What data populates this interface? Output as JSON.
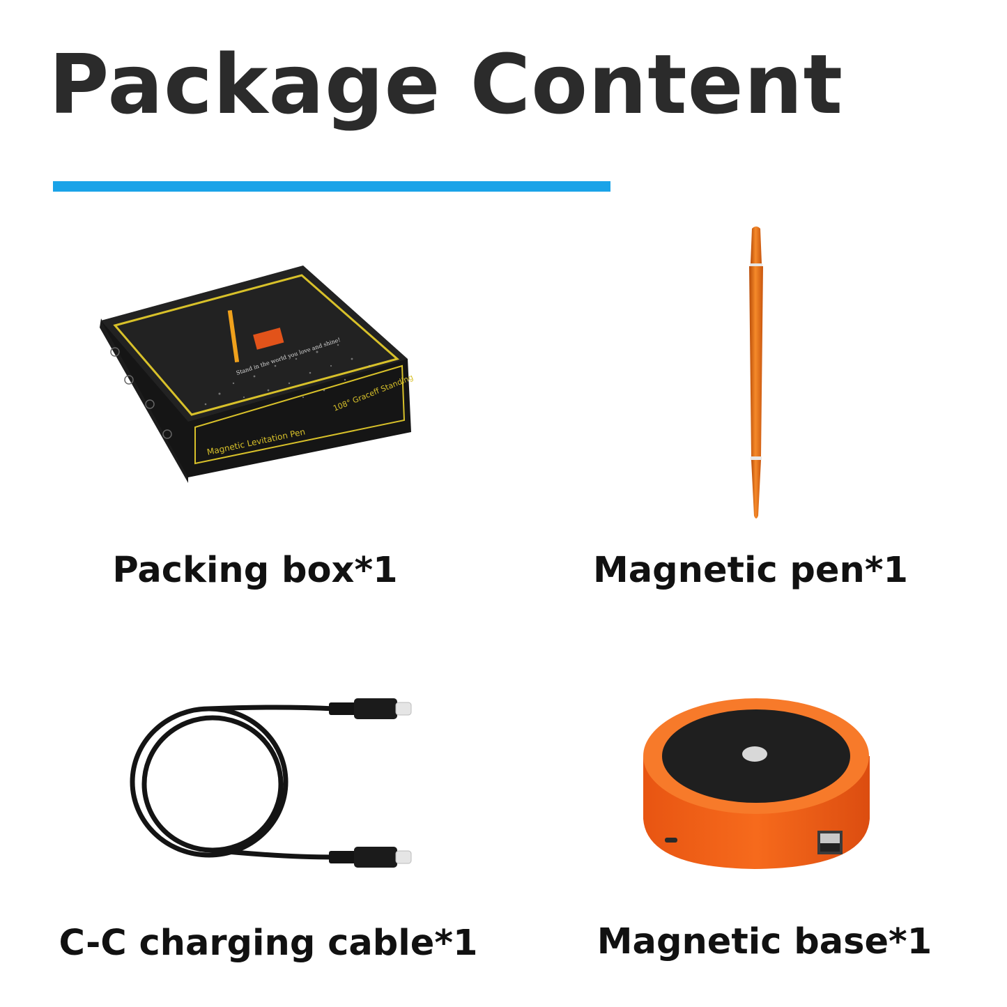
{
  "header": {
    "title": "Package Content",
    "accent_color": "#1aa3e8"
  },
  "items": [
    {
      "label": "Packing box*1",
      "icon": "packing-box",
      "box_text": {
        "brand_line": "Magnetic  Levitation  Pen",
        "angle_line": "108° Graceff  Standing",
        "slogan": "Stand in the world you love and shine!"
      }
    },
    {
      "label": "Magnetic pen*1",
      "icon": "magnetic-pen",
      "color": "#e8711a"
    },
    {
      "label": "C-C charging cable*1",
      "icon": "usb-c-cable",
      "color": "#111111"
    },
    {
      "label": "Magnetic base*1",
      "icon": "magnetic-base",
      "color": "#f26a1e"
    }
  ]
}
